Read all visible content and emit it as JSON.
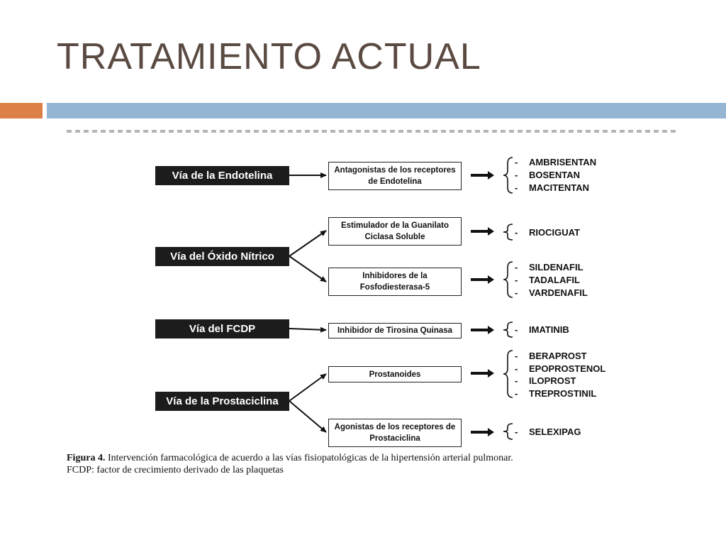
{
  "slide": {
    "title": "TRATAMIENTO ACTUAL"
  },
  "diagram": {
    "pathways": [
      {
        "label": "Vía de la Endotelina"
      },
      {
        "label": "Vía del Óxido Nítrico"
      },
      {
        "label": "Vía del FCDP"
      },
      {
        "label": "Vía de la Prostaciclina"
      }
    ],
    "mechanisms": [
      {
        "line1": "Antagonistas de los receptores",
        "line2": "de Endotelina",
        "drugs": [
          "AMBRISENTAN",
          "BOSENTAN",
          "MACITENTAN"
        ]
      },
      {
        "line1": "Estimulador de la Guanilato",
        "line2": "Ciclasa Soluble",
        "drugs": [
          "RIOCIGUAT"
        ]
      },
      {
        "line1": "Inhibidores de la",
        "line2": "Fosfodiesterasa-5",
        "drugs": [
          "SILDENAFIL",
          "TADALAFIL",
          "VARDENAFIL"
        ]
      },
      {
        "line1": "Inhibidor de Tirosina Quinasa",
        "line2": "",
        "drugs": [
          "IMATINIB"
        ]
      },
      {
        "line1": "Prostanoides",
        "line2": "",
        "drugs": [
          "BERAPROST",
          "EPOPROSTENOL",
          "ILOPROST",
          "TREPROSTINIL"
        ]
      },
      {
        "line1": "Agonistas de los receptores de",
        "line2": "Prostaciclina",
        "drugs": [
          "SELEXIPAG"
        ]
      }
    ],
    "dash": "-"
  },
  "caption": {
    "label": "Figura 4.",
    "text": " Intervención farmacológica de acuerdo a las vías fisiopatológicas de la hipertensión arterial pulmonar.",
    "line2": "FCDP: factor de crecimiento derivado de las plaquetas"
  }
}
